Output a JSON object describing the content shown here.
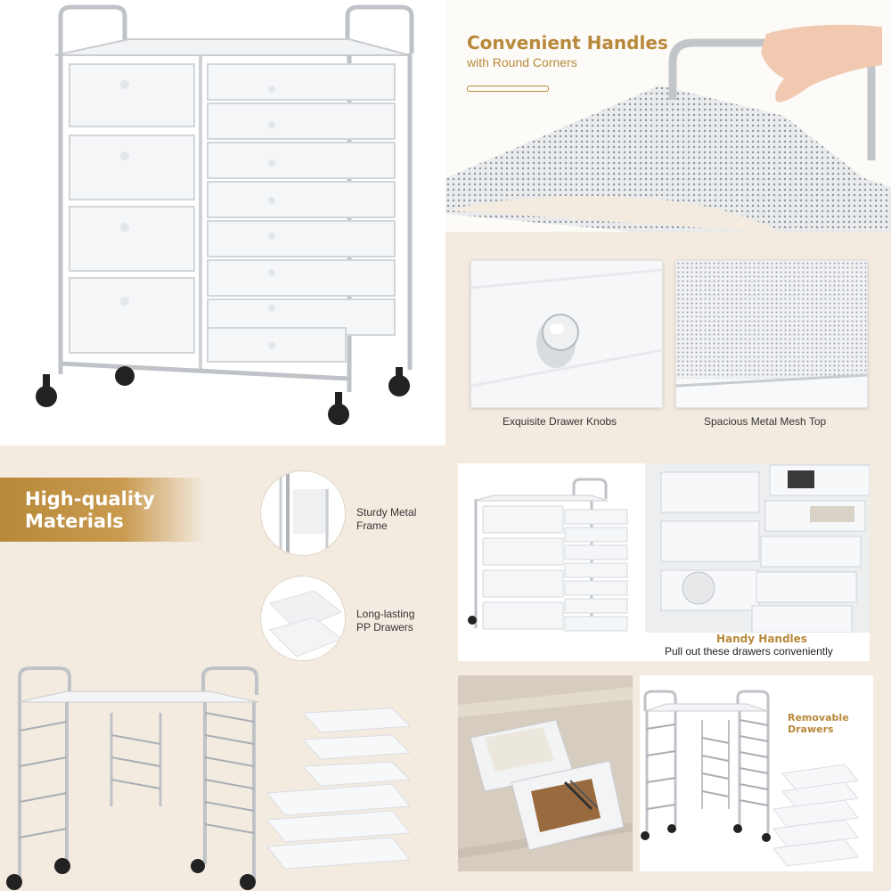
{
  "handles_panel": {
    "heading": "Convenient Handles",
    "subheading": "with Round Corners"
  },
  "detail_captions": {
    "knobs": "Exquisite Drawer Knobs",
    "mesh_top": "Spacious Metal Mesh Top"
  },
  "materials_panel": {
    "heading_line1": "High-quality",
    "heading_line2": "Materials",
    "frame_line1": "Sturdy Metal",
    "frame_line2": "Frame",
    "drawers_line1": "Long-lasting",
    "drawers_line2": "PP Drawers"
  },
  "handy_panel": {
    "title": "Handy Handles",
    "subtitle": "Pull out these drawers conveniently"
  },
  "removable_panel": {
    "line1": "Removable",
    "line2": "Drawers"
  },
  "colors": {
    "accent_gold": "#b8893a",
    "beige": "#f3ebe0",
    "chrome": "#c9ccd0"
  }
}
